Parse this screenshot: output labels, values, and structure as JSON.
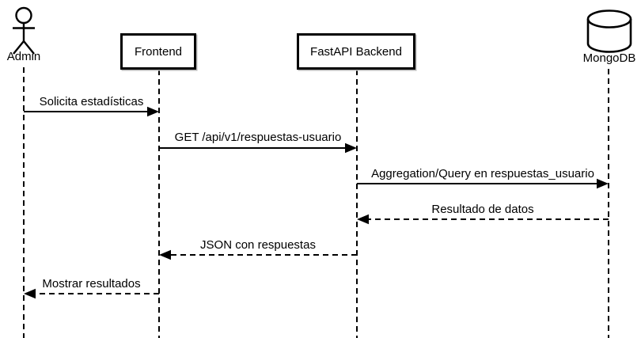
{
  "diagram": {
    "type": "uml-sequence",
    "background_color": "#ffffff",
    "stroke_color": "#000000"
  },
  "participants": [
    {
      "id": "admin",
      "label": "Admin",
      "shape": "actor"
    },
    {
      "id": "frontend",
      "label": "Frontend",
      "shape": "box"
    },
    {
      "id": "backend",
      "label": "FastAPI Backend",
      "shape": "box"
    },
    {
      "id": "mongodb",
      "label": "MongoDB",
      "shape": "database-cylinder"
    }
  ],
  "messages": [
    {
      "from": "Admin",
      "to": "Frontend",
      "label": "Solicita estadísticas",
      "line": "solid",
      "direction": "right"
    },
    {
      "from": "Frontend",
      "to": "FastAPI Backend",
      "label": "GET /api/v1/respuestas-usuario",
      "line": "solid",
      "direction": "right"
    },
    {
      "from": "FastAPI Backend",
      "to": "MongoDB",
      "label": "Aggregation/Query en respuestas_usuario",
      "line": "solid",
      "direction": "right"
    },
    {
      "from": "MongoDB",
      "to": "FastAPI Backend",
      "label": "Resultado de datos",
      "line": "dashed",
      "direction": "left"
    },
    {
      "from": "FastAPI Backend",
      "to": "Frontend",
      "label": "JSON con respuestas",
      "line": "dashed",
      "direction": "left"
    },
    {
      "from": "Frontend",
      "to": "Admin",
      "label": "Mostrar resultados",
      "line": "dashed",
      "direction": "left"
    }
  ]
}
